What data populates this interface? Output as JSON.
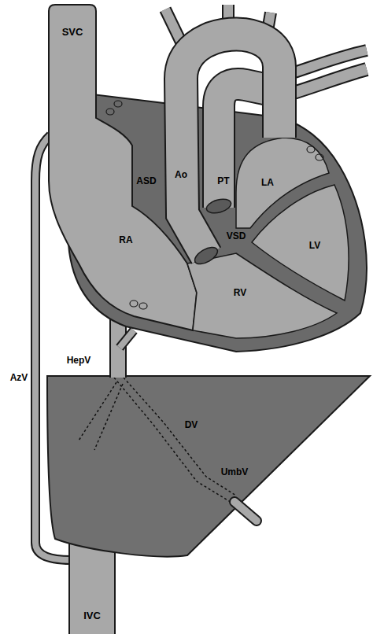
{
  "diagram": {
    "labels": [
      "SVC",
      "ASD",
      "Ao",
      "PT",
      "LA",
      "VSD",
      "LV",
      "RA",
      "RV",
      "AzV",
      "HepV",
      "DV",
      "UmbV",
      "IVC"
    ]
  }
}
